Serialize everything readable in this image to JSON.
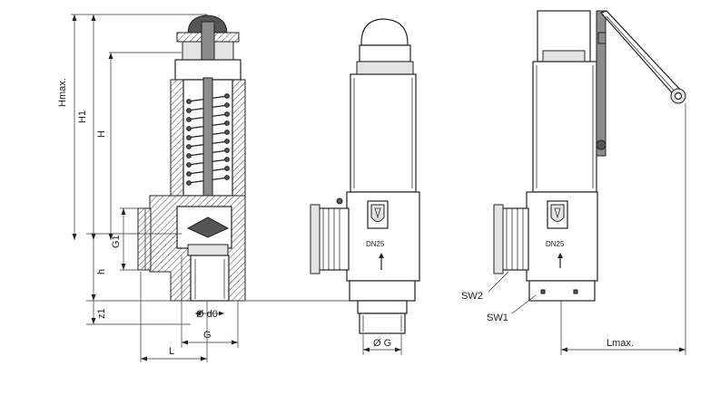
{
  "dimensions": {
    "hmax": "Hmax.",
    "h1": "H1",
    "h_upper": "H",
    "g1": "G1",
    "h_lower": "h",
    "z1": "z1",
    "d0": "Ø d0",
    "g": "G",
    "l": "L",
    "phi_g": "Ø G",
    "sw2": "SW2",
    "sw1": "SW1",
    "lmax": "Lmax."
  },
  "markings": {
    "nominal_size_center": "DN25",
    "nominal_size_right": "DN25"
  },
  "icons": {
    "logo": "shield-logo-icon",
    "flow_arrow": "flow-arrow-icon"
  }
}
